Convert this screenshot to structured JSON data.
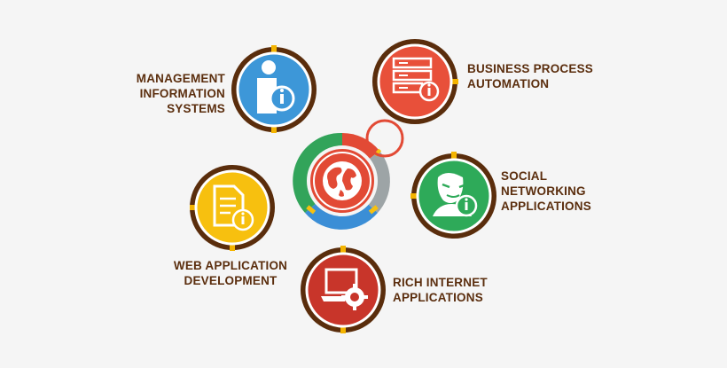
{
  "diagram": {
    "colors": {
      "ring": "#5a2d0c",
      "ring_tick": "#f4b400",
      "label": "#5b2e0e",
      "blue": "#3d97d8",
      "orange_red": "#e8503a",
      "green": "#2eaa59",
      "yellow": "#f7c00f",
      "red": "#c8352a",
      "center_green": "#32a45a",
      "center_blue": "#3b8ed6",
      "center_grey": "#9da4a6",
      "center_red": "#e24a35"
    },
    "nodes": [
      {
        "id": "mis",
        "label": "MANAGEMENT\nINFORMATION\nSYSTEMS",
        "icon": "person-info-icon",
        "color": "#3d97d8"
      },
      {
        "id": "bpa",
        "label": "BUSINESS PROCESS\nAUTOMATION",
        "icon": "server-info-icon",
        "color": "#e8503a"
      },
      {
        "id": "social",
        "label": "SOCIAL\nNETWORKING\nAPPLICATIONS",
        "icon": "mask-info-icon",
        "color": "#2eaa59"
      },
      {
        "id": "webapp",
        "label": "WEB APPLICATION\nDEVELOPMENT",
        "icon": "document-info-icon",
        "color": "#f7c00f"
      },
      {
        "id": "ria",
        "label": "RICH INTERNET\nAPPLICATIONS",
        "icon": "laptop-gear-icon",
        "color": "#c8352a"
      }
    ],
    "center": {
      "icon": "globe-icon"
    }
  }
}
